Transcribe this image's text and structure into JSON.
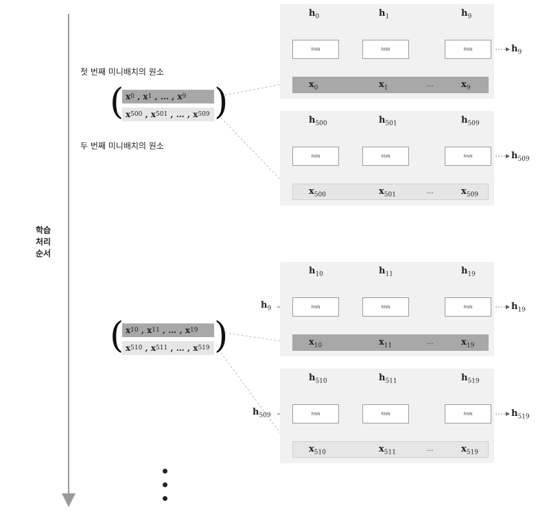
{
  "axis": {
    "label": "학습\n처리\n순서"
  },
  "captions": {
    "first": "첫 번째 미니배치의 원소",
    "second": "두 번째 미니배치의 원소"
  },
  "cell_label": "RNN",
  "dots": "...",
  "minibatches": [
    {
      "row1": {
        "a": "0",
        "b": "1",
        "c": "9"
      },
      "row2": {
        "a": "500",
        "b": "501",
        "c": "509"
      }
    },
    {
      "row1": {
        "a": "10",
        "b": "11",
        "c": "19"
      },
      "row2": {
        "a": "510",
        "b": "511",
        "c": "519"
      }
    }
  ],
  "panels": [
    {
      "h": [
        "0",
        "1",
        "9"
      ],
      "x": [
        "0",
        "1",
        "9"
      ],
      "out": "9",
      "in": "",
      "strip": "dark"
    },
    {
      "h": [
        "500",
        "501",
        "509"
      ],
      "x": [
        "500",
        "501",
        "509"
      ],
      "out": "509",
      "in": "",
      "strip": "light"
    },
    {
      "h": [
        "10",
        "11",
        "19"
      ],
      "x": [
        "10",
        "11",
        "19"
      ],
      "out": "19",
      "in": "9",
      "strip": "dark"
    },
    {
      "h": [
        "510",
        "511",
        "519"
      ],
      "x": [
        "510",
        "511",
        "519"
      ],
      "out": "519",
      "in": "509",
      "strip": "light"
    }
  ],
  "colors": {
    "dark_strip": "#a8a8a8",
    "light_strip": "#e6e6e6",
    "panel_bg": "#f1f1f1",
    "axis": "#999999"
  }
}
